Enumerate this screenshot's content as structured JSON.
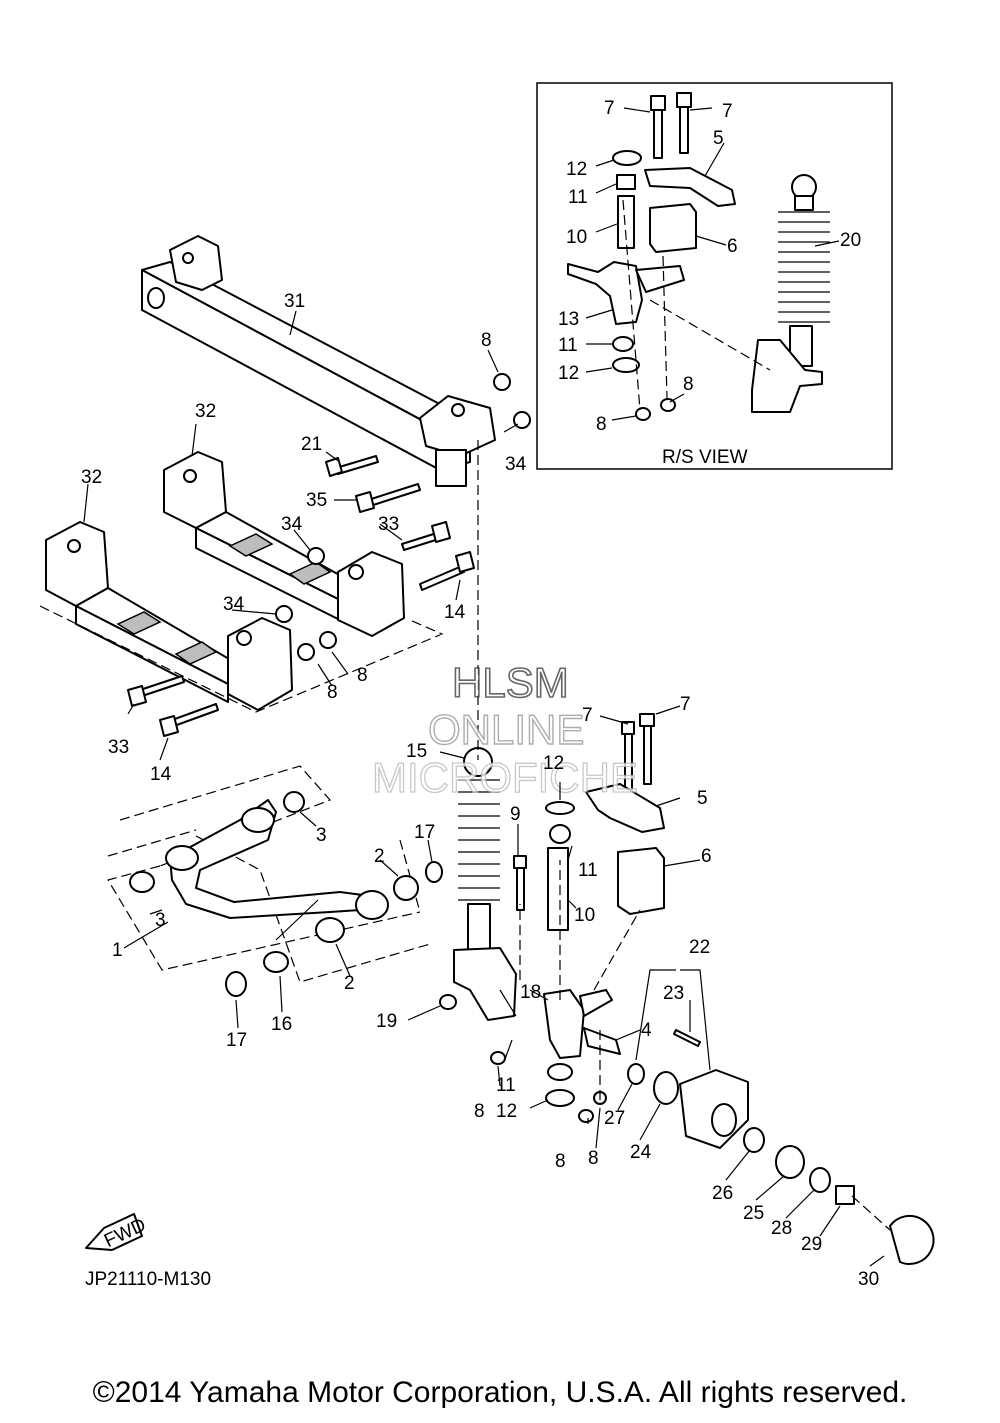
{
  "inset": {
    "title": "R/S VIEW"
  },
  "watermark": {
    "line1": "HLSM",
    "line2": "ONLINE",
    "line3": "MICROFICHE"
  },
  "fwd_badge": "FWD",
  "drawing_code": "JP21110-M130",
  "copyright": "©2014 Yamaha Motor Corporation, U.S.A. All rights reserved.",
  "callouts": {
    "c7a": "7",
    "c7b": "7",
    "c5a": "5",
    "c12a": "12",
    "c11a": "11",
    "c10a": "10",
    "c6a": "6",
    "c20": "20",
    "c13": "13",
    "c11b": "11",
    "c12b": "12",
    "c8a": "8",
    "c8b": "8",
    "c31": "31",
    "c8c": "8",
    "c21": "21",
    "c34a": "34",
    "c35": "35",
    "c32a": "32",
    "c32b": "32",
    "c34b": "34",
    "c33a": "33",
    "c14a": "14",
    "c34c": "34",
    "c8d": "8",
    "c8e": "8",
    "c33b": "33",
    "c14b": "14",
    "c7c": "7",
    "c7d": "7",
    "c15": "15",
    "c12c": "12",
    "c5b": "5",
    "c9": "9",
    "c17a": "17",
    "c3a": "3",
    "c2a": "2",
    "c11c": "11",
    "c6b": "6",
    "c10b": "10",
    "c3b": "3",
    "c1": "1",
    "c2b": "2",
    "c22": "22",
    "c23": "23",
    "c18": "18",
    "c19": "19",
    "c4": "4",
    "c17b": "17",
    "c16": "16",
    "c11d": "11",
    "c8f": "8",
    "c12d": "12",
    "c27": "27",
    "c24": "24",
    "c8g": "8",
    "c8h": "8",
    "c26": "26",
    "c25": "25",
    "c28": "28",
    "c29": "29",
    "c30": "30"
  }
}
